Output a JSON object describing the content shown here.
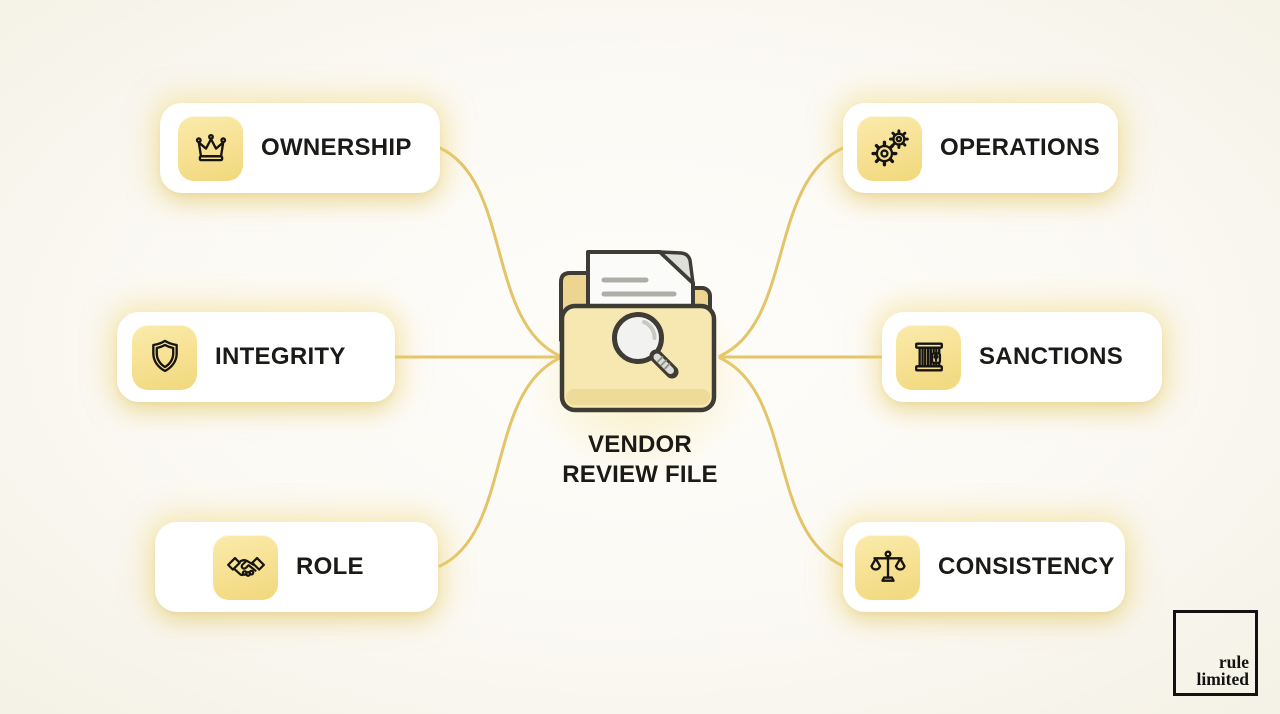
{
  "center": {
    "title": "VENDOR REVIEW FILE",
    "icon": "folder-search-icon"
  },
  "nodes": [
    {
      "id": "ownership",
      "label": "OWNERSHIP",
      "icon": "crown-icon",
      "side": "left"
    },
    {
      "id": "integrity",
      "label": "INTEGRITY",
      "icon": "shield-icon",
      "side": "left"
    },
    {
      "id": "role",
      "label": "ROLE",
      "icon": "handshake-icon",
      "side": "left"
    },
    {
      "id": "operations",
      "label": "OPERATIONS",
      "icon": "gears-icon",
      "side": "right"
    },
    {
      "id": "sanctions",
      "label": "SANCTIONS",
      "icon": "jail-bars-icon",
      "side": "right"
    },
    {
      "id": "consistency",
      "label": "CONSISTENCY",
      "icon": "balance-scale-icon",
      "side": "right"
    }
  ],
  "logo": {
    "text": "rule limited"
  },
  "colors": {
    "connector": "#E4C468",
    "tile_gradient_top": "#FAEBAC",
    "tile_gradient_bottom": "#F1D87C",
    "card_background": "#FFFFFF",
    "glow": "#F3D97A",
    "text": "#1B1A16",
    "folder_fill": "#F7E7B0",
    "outline": "#3E3C35",
    "page_background": "#F7F5EC"
  }
}
